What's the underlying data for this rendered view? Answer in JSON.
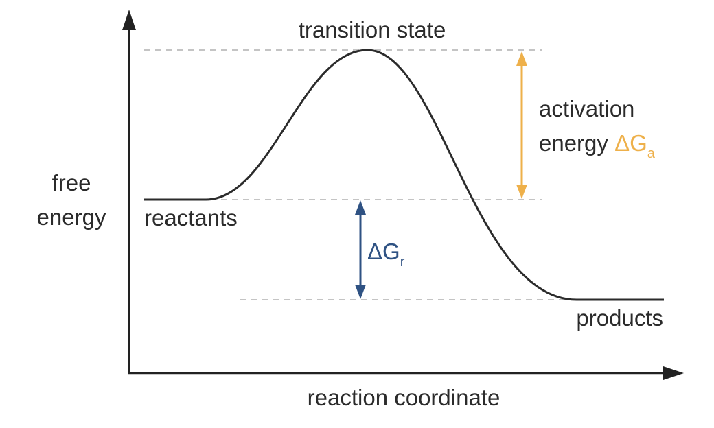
{
  "diagram": {
    "y_axis_label": [
      "free",
      "energy"
    ],
    "x_axis_label": "reaction coordinate",
    "transition_state_label": "transition state",
    "reactants_label": "reactants",
    "products_label": "products",
    "activation": {
      "text_line1": "activation",
      "text_line2_prefix": "energy ",
      "symbol": "ΔG",
      "subscript": "a"
    },
    "reaction": {
      "symbol": "ΔG",
      "subscript": "r"
    }
  },
  "colors": {
    "curve": "#2b2b2b",
    "axis": "#222222",
    "guide_lines": "#c4c4c4",
    "activation_energy": "#eeb04a",
    "reaction_energy": "#2f5283",
    "text": "#2b2b2b"
  }
}
